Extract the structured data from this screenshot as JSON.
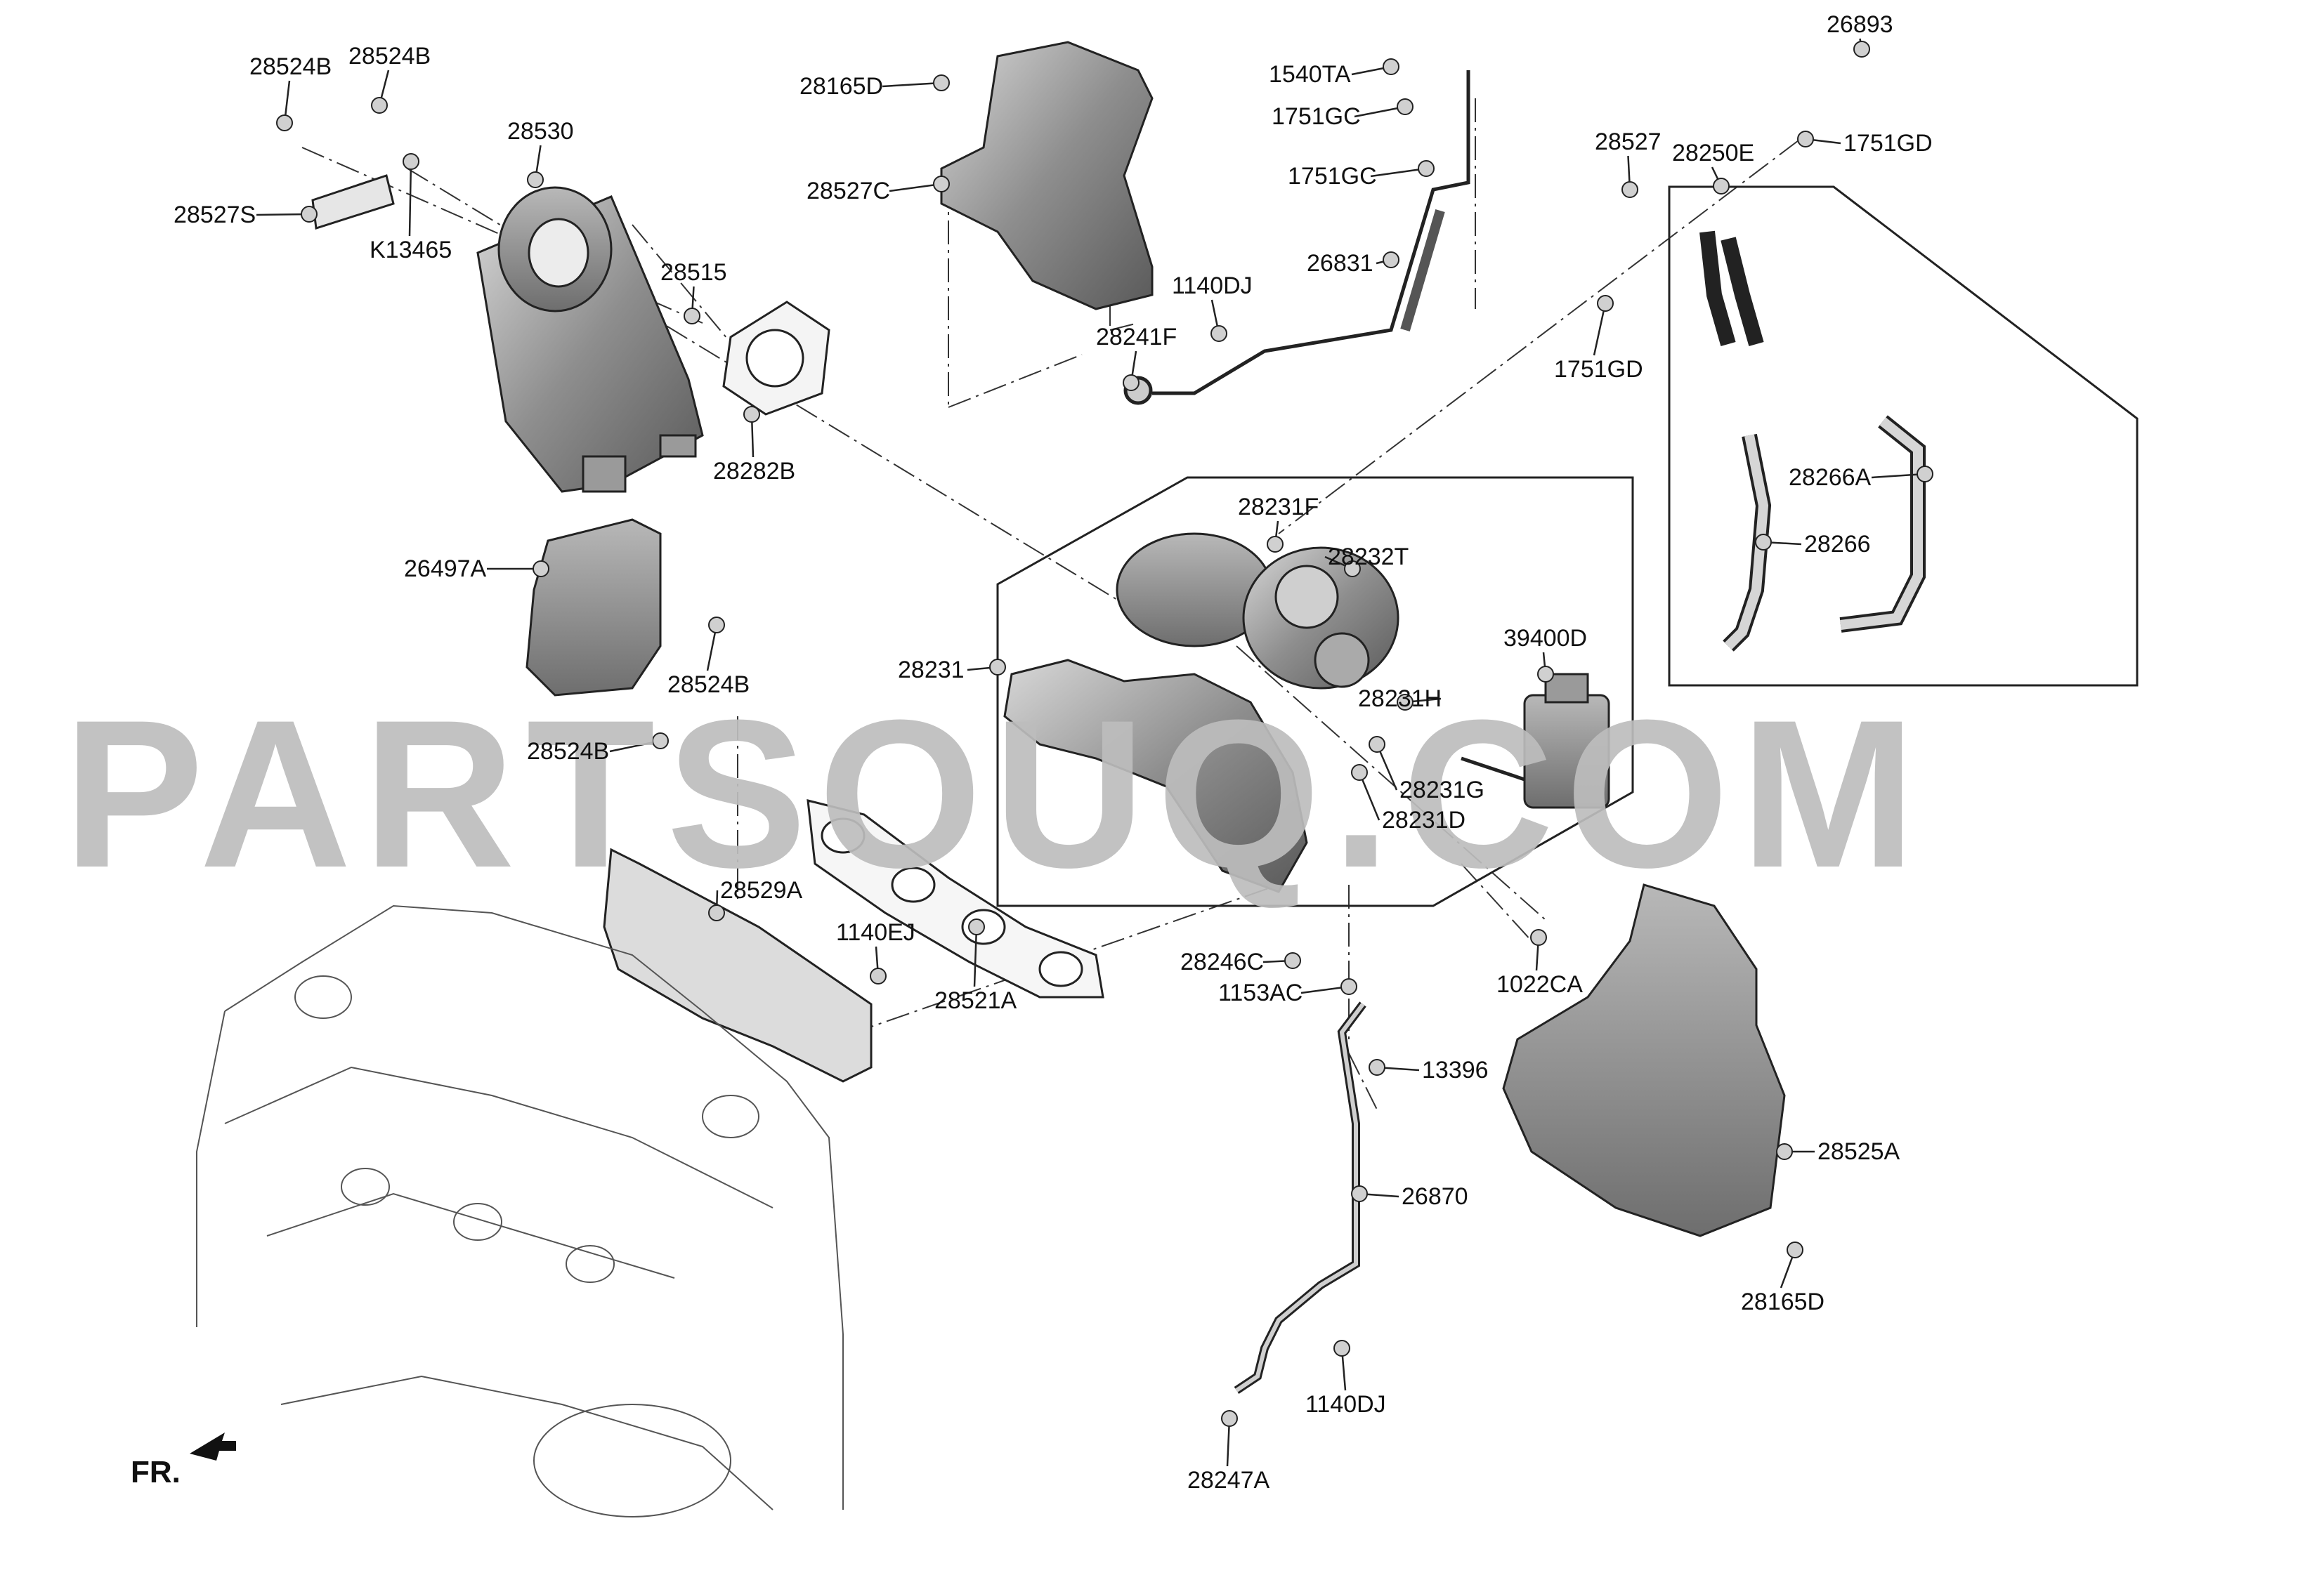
{
  "diagram": {
    "watermark": "PARTSOUQ.COM",
    "direction_label": "FR.",
    "parts": [
      {
        "id": "p1",
        "label": "28524B"
      },
      {
        "id": "p2",
        "label": "28524B"
      },
      {
        "id": "p3",
        "label": "28530"
      },
      {
        "id": "p4",
        "label": "28527S"
      },
      {
        "id": "p5",
        "label": "K13465"
      },
      {
        "id": "p6",
        "label": "28515"
      },
      {
        "id": "p7",
        "label": "28282B"
      },
      {
        "id": "p8",
        "label": "26497A"
      },
      {
        "id": "p9",
        "label": "28524B"
      },
      {
        "id": "p10",
        "label": "28524B"
      },
      {
        "id": "p11",
        "label": "28529A"
      },
      {
        "id": "p12",
        "label": "1140EJ"
      },
      {
        "id": "p13",
        "label": "28521A"
      },
      {
        "id": "p14",
        "label": "28165D"
      },
      {
        "id": "p15",
        "label": "28527C"
      },
      {
        "id": "p16",
        "label": "1540TA"
      },
      {
        "id": "p17",
        "label": "1751GC"
      },
      {
        "id": "p18",
        "label": "1751GC"
      },
      {
        "id": "p19",
        "label": "26831"
      },
      {
        "id": "p20",
        "label": "1140DJ"
      },
      {
        "id": "p21",
        "label": "28241F"
      },
      {
        "id": "p22",
        "label": "26893"
      },
      {
        "id": "p23",
        "label": "28527"
      },
      {
        "id": "p24",
        "label": "28250E"
      },
      {
        "id": "p25",
        "label": "1751GD"
      },
      {
        "id": "p26",
        "label": "1751GD"
      },
      {
        "id": "p27",
        "label": "28266A"
      },
      {
        "id": "p28",
        "label": "28266"
      },
      {
        "id": "p29",
        "label": "28231F"
      },
      {
        "id": "p30",
        "label": "28232T"
      },
      {
        "id": "p31",
        "label": "39400D"
      },
      {
        "id": "p32",
        "label": "28231"
      },
      {
        "id": "p33",
        "label": "28231H"
      },
      {
        "id": "p34",
        "label": "28231G"
      },
      {
        "id": "p35",
        "label": "28231D"
      },
      {
        "id": "p36",
        "label": "28246C"
      },
      {
        "id": "p37",
        "label": "1153AC"
      },
      {
        "id": "p38",
        "label": "1022CA"
      },
      {
        "id": "p39",
        "label": "13396"
      },
      {
        "id": "p40",
        "label": "26870"
      },
      {
        "id": "p41",
        "label": "28525A"
      },
      {
        "id": "p42",
        "label": "28165D"
      },
      {
        "id": "p43",
        "label": "1140DJ"
      },
      {
        "id": "p44",
        "label": "28247A"
      }
    ]
  }
}
